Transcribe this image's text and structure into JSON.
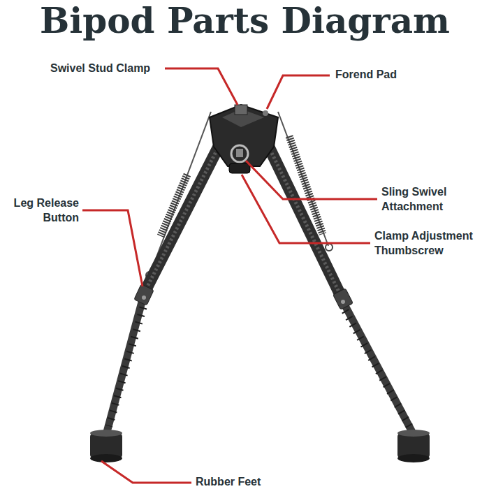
{
  "diagram": {
    "title": "Bipod Parts Diagram",
    "labels": [
      "Swivel Stud Clamp",
      "Forend Pad",
      "Leg Release Button",
      "Sling Swivel Attachment",
      "Clamp Adjustment Thumbscrew",
      "Rubber Feet"
    ]
  }
}
